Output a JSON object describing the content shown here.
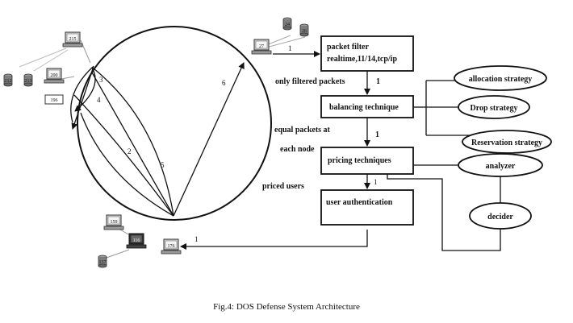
{
  "nodes": {
    "n215": "215",
    "n212": "212",
    "n213": "213",
    "n200": "200",
    "n196": "196",
    "n24": "24",
    "n26": "26",
    "n27": "27",
    "n159": "159",
    "n116": "116",
    "n137": "137",
    "n176": "176"
  },
  "circle_labels": {
    "l3": "3",
    "l4": "4",
    "l2": "2",
    "l5": "5",
    "l6": "6"
  },
  "boxes": {
    "packet_filter_line1": "packet filter",
    "packet_filter_line2": "realtime,11/14,tcp/ip",
    "balancing": "balancing technique",
    "pricing": "pricing techniques",
    "user_auth": "user authentication"
  },
  "flow_labels": {
    "only_filtered": "only filtered packets",
    "equal_packets_line1": "equal packets at",
    "equal_packets_line2": "each node",
    "priced_users": "priced users",
    "one_a": "1",
    "one_b": "1",
    "one_c": "1",
    "one_d": "1",
    "one_e": "1"
  },
  "ellipses": {
    "allocation": "allocation strategy",
    "drop": "Drop strategy",
    "reservation": "Reservation strategy",
    "analyzer": "analyzer",
    "decider": "decider"
  },
  "caption": "Fig.4: DOS Defense System Architecture"
}
